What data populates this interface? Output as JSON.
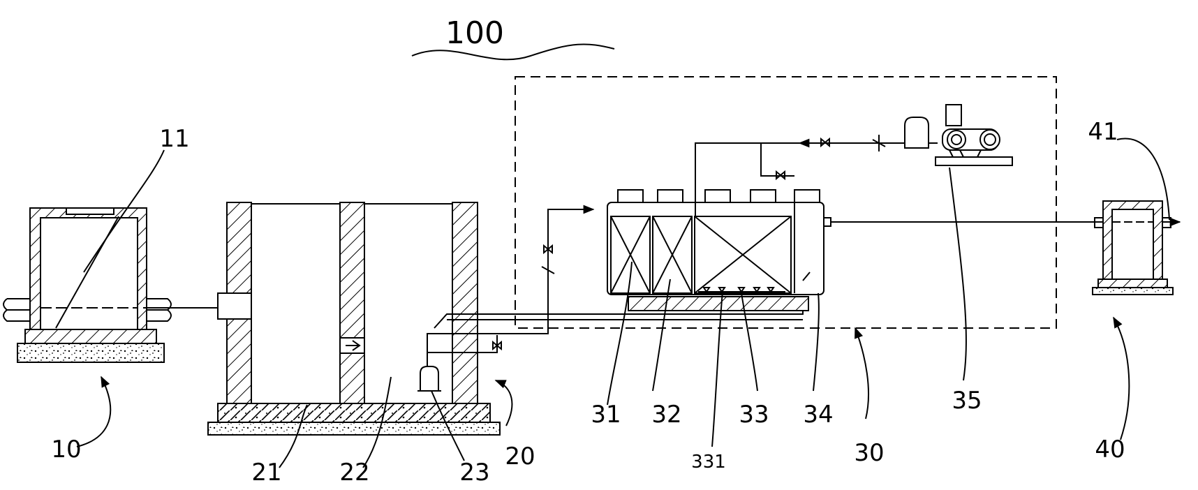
{
  "diagram": {
    "title_number": "100",
    "labels": {
      "l10": "10",
      "l11": "11",
      "l20": "20",
      "l21": "21",
      "l22": "22",
      "l23": "23",
      "l30": "30",
      "l31": "31",
      "l32": "32",
      "l33": "33",
      "l331": "331",
      "l34": "34",
      "l35": "35",
      "l40": "40",
      "l41": "41"
    }
  }
}
